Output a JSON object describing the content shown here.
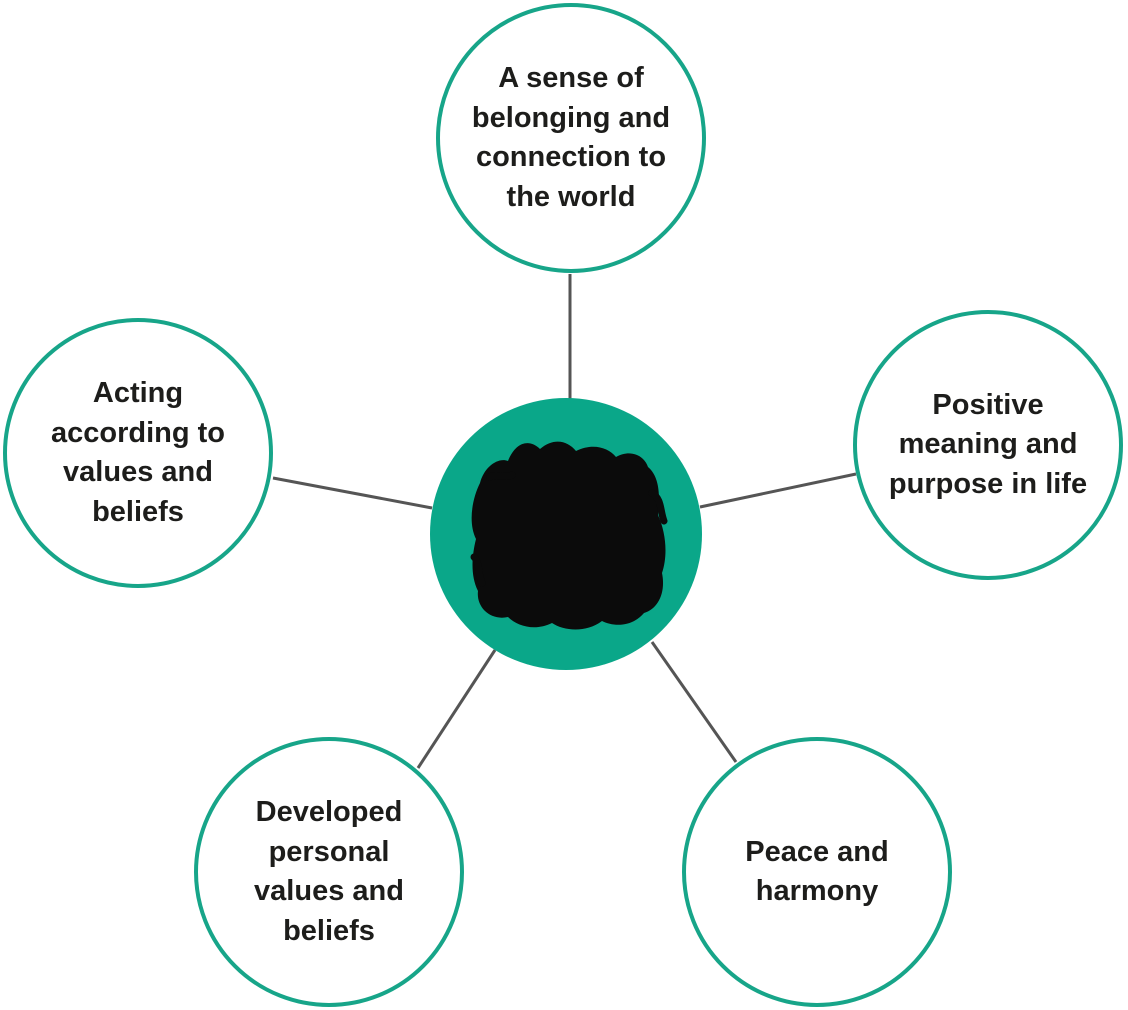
{
  "colors": {
    "accent": "#17a589",
    "hub_fill": "#0aa789",
    "connector": "#555555",
    "text": "#1d1d1b",
    "redaction": "#0b0b0b"
  },
  "center": {
    "redacted": true
  },
  "nodes": [
    {
      "id": "top",
      "label": "A sense of belonging and connection to the world"
    },
    {
      "id": "left",
      "label": "Acting according to values and beliefs"
    },
    {
      "id": "right",
      "label": "Positive meaning and purpose in life"
    },
    {
      "id": "bottom-left",
      "label": "Developed personal values and beliefs"
    },
    {
      "id": "bottom-right",
      "label": "Peace and harmony"
    }
  ]
}
